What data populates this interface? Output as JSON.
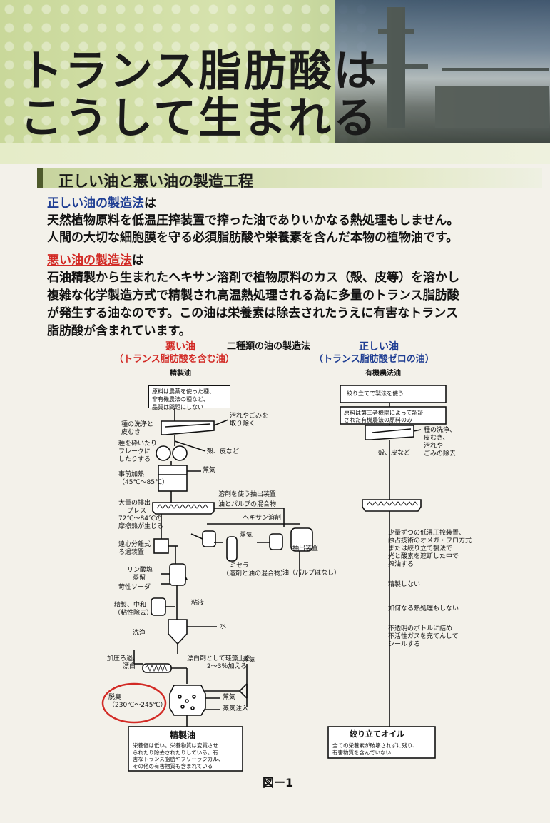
{
  "page": {
    "title_line1": "トランス脂肪酸は",
    "title_line2": "こうして生まれる",
    "section_title": "正しい油と悪い油の製造工程"
  },
  "good_intro": {
    "heading": "正しい油の製造法",
    "heading_suffix": "は",
    "line1": "天然植物原料を低温圧搾装置で搾った油でありいかなる熱処理もしません。",
    "line2": "人間の大切な細胞膜を守る必須脂肪酸や栄養素を含んだ本物の植物油です。"
  },
  "bad_intro": {
    "heading": "悪い油の製造法",
    "heading_suffix": "は",
    "line1": "石油精製から生まれたヘキサン溶剤で植物原料のカス（殻、皮等）を溶かし",
    "line2": "複雑な化学製造方式で精製され高温熱処理される為に多量のトランス脂肪酸",
    "line3": "が発生する油なのです。この油は栄養素は除去されたうえに有害なトランス",
    "line4": "脂肪酸が含まれています。"
  },
  "diagram": {
    "title": "二種類の油の製造法",
    "bad_label": "悪い油",
    "bad_sub": "（トランス脂肪酸を含む油）",
    "good_label": "正しい油",
    "good_sub": "（トランス脂肪酸ゼロの油）",
    "figure_label": "図ー1",
    "left": {
      "header": "精製油",
      "source_box": [
        "原料は農薬を使った種、",
        "非有機農法の種など、",
        "品質は問題にしない"
      ],
      "dirt": [
        "汚れやごみを",
        "取り除く"
      ],
      "wash": [
        "種の洗浄と",
        "皮むき"
      ],
      "husk": "殻、皮など",
      "crush": [
        "種を砕いたり",
        "フレークに",
        "したりする"
      ],
      "steam1": "蒸気",
      "preheat": [
        "事前加熱",
        "（45℃〜85℃）"
      ],
      "press": [
        "大量の排出",
        "プレス",
        "72℃〜84℃の",
        "摩擦熱が生じる"
      ],
      "solvent_extractor": "溶剤を使う抽出装置",
      "solvent_mix": "油とパルプの混合物",
      "hexane": "ヘキサン溶剤",
      "steam2": "蒸気",
      "extractor": "抽出装置",
      "centrifuge": [
        "遠心分離式",
        "ろ過装置"
      ],
      "miscella": [
        "ミセラ",
        "（溶剤と油の混合物）"
      ],
      "oil_no_pulp": "油（パルプはなし）",
      "phosphoric": [
        "リン酸塩",
        "蒸留"
      ],
      "soda": "苛性ソーダ",
      "neutralize": [
        "精製、中和",
        "（粘性除去）"
      ],
      "viscous": "粘液",
      "rinse": "洗浄",
      "water": "水",
      "bleach_note": [
        "漂白剤として珪藻土を",
        "2〜3％加える"
      ],
      "filter": [
        "加圧ろ過、",
        "漂白"
      ],
      "steam3": "蒸気",
      "deodor": [
        "脱臭",
        "（230℃〜245℃）"
      ],
      "steam4": "蒸気",
      "steam_inject": "蒸気注入",
      "result_title": "精製油",
      "result_lines": [
        "栄養価は低い。栄養物質は変質させ",
        "られたり除去されたりしている。有",
        "害なトランス脂肪やフリーラジカル、",
        "その他の有害物質も含まれている"
      ]
    },
    "right": {
      "header": "有機農法油",
      "box1": "絞り立てで製法を使う",
      "box2": [
        "原料は第三者機関によって認証",
        "された有機農法の原料のみ"
      ],
      "wash": [
        "種の洗浄、",
        "皮むき、",
        "汚れや",
        "ごみの除去"
      ],
      "husk": "殻、皮など",
      "press_note": [
        "少量ずつの低温圧搾装置、",
        "独占技術のオメガ・フロ方式",
        "または絞り立て製法で",
        "光と酸素を遮断した中で",
        "搾油する"
      ],
      "no_refine": "精製しない",
      "no_heat": "如何なる熱処理もしない",
      "bottle": [
        "不透明のボトルに詰め",
        "不活性ガスを充てんして",
        "シールする"
      ],
      "result_title": "絞り立てオイル",
      "result_lines": [
        "全ての栄養素が破壊されずに残り、",
        "有害物質を含んでいない"
      ]
    }
  },
  "colors": {
    "blue": "#1f3e93",
    "red": "#d22a25",
    "section_bar": "#c7d49e",
    "header_green": "#c9d89a"
  }
}
